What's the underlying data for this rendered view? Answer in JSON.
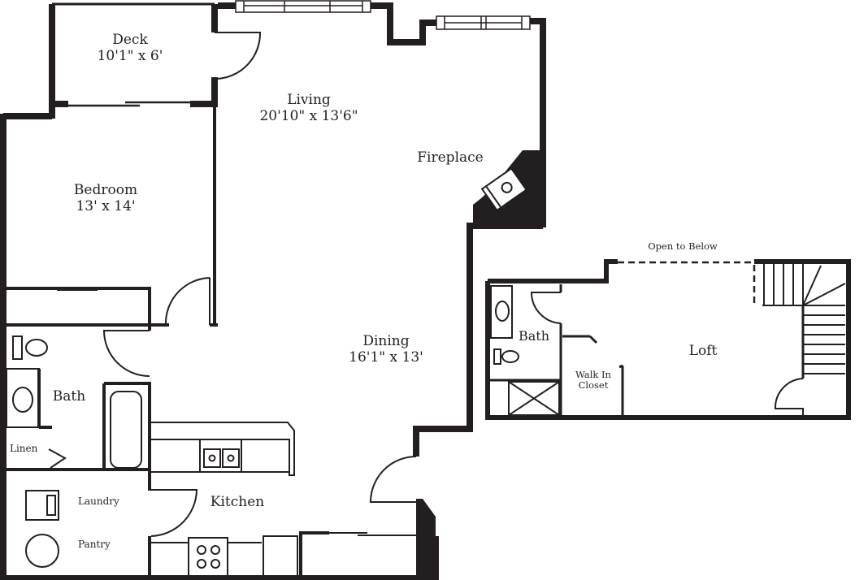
{
  "floorplan": {
    "colors": {
      "wall": "#231f20",
      "background": "#ffffff"
    },
    "main_level": {
      "rooms": {
        "deck": {
          "name": "Deck",
          "dimensions": "10'1\" x 6'"
        },
        "living": {
          "name": "Living",
          "dimensions": "20'10\" x 13'6\""
        },
        "fireplace": {
          "name": "Fireplace"
        },
        "bedroom": {
          "name": "Bedroom",
          "dimensions": "13' x 14'"
        },
        "dining": {
          "name": "Dining",
          "dimensions": "16'1\" x 13'"
        },
        "bath": {
          "name": "Bath"
        },
        "linen": {
          "name": "Linen"
        },
        "kitchen": {
          "name": "Kitchen"
        },
        "laundry": {
          "name": "Laundry"
        },
        "pantry": {
          "name": "Pantry"
        }
      }
    },
    "loft_level": {
      "open_to_below": "Open to Below",
      "rooms": {
        "loft": {
          "name": "Loft"
        },
        "bath": {
          "name": "Bath"
        },
        "walk_in_closet": {
          "name": "Walk In Closet",
          "line1": "Walk In",
          "line2": "Closet"
        }
      }
    }
  }
}
